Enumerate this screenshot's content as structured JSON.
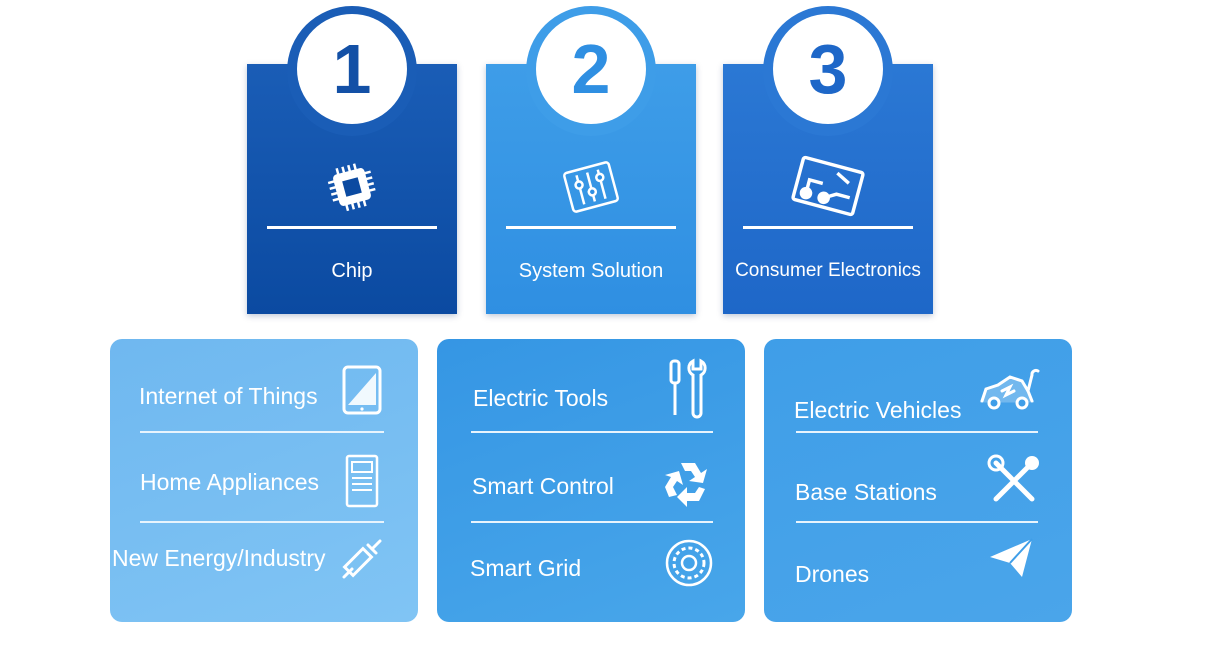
{
  "steps": [
    {
      "number": "1",
      "label": "Chip",
      "icon": "chip-icon"
    },
    {
      "number": "2",
      "label": "System Solution",
      "icon": "circuit-board-icon"
    },
    {
      "number": "3",
      "label": "Consumer Electronics",
      "icon": "pcb-icon"
    }
  ],
  "panels": [
    {
      "items": [
        {
          "label": "Internet of Things",
          "icon": "tablet-icon"
        },
        {
          "label": "Home Appliances",
          "icon": "appliance-icon"
        },
        {
          "label": "New Energy/Industry",
          "icon": "syringe-icon"
        }
      ]
    },
    {
      "items": [
        {
          "label": "Electric Tools",
          "icon": "screwdriver-wrench-icon"
        },
        {
          "label": "Smart Control",
          "icon": "recycle-icon"
        },
        {
          "label": "Smart Grid",
          "icon": "meter-dial-icon"
        }
      ]
    },
    {
      "items": [
        {
          "label": "Electric Vehicles",
          "icon": "electric-car-icon"
        },
        {
          "label": "Base Stations",
          "icon": "wrench-screwdriver-icon"
        },
        {
          "label": "Drones",
          "icon": "paper-plane-icon"
        }
      ]
    }
  ],
  "colors": {
    "dark_blue": "#0b4aa1",
    "mid_blue": "#2f8fe2",
    "blue": "#1e67c8",
    "light_blue": "#80c4f4"
  }
}
